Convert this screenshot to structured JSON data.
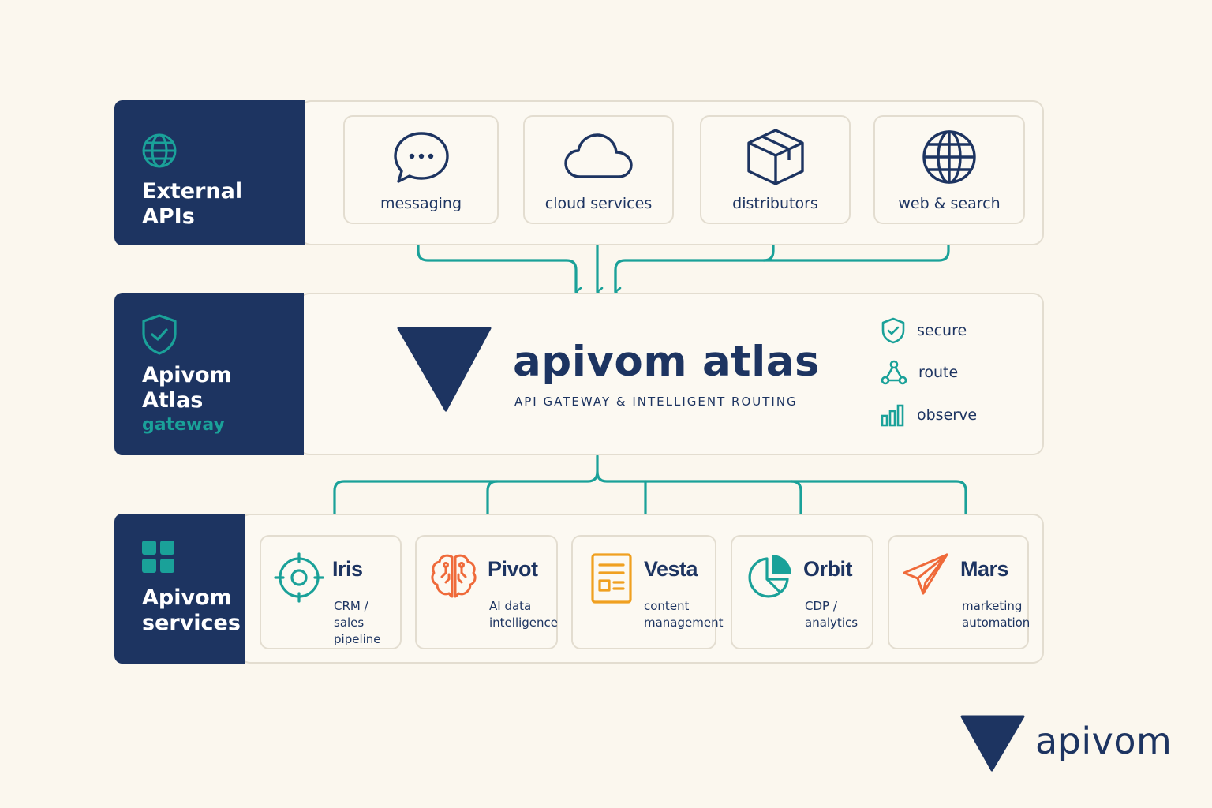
{
  "layers": {
    "external": {
      "title_line1": "External",
      "title_line2": "APIs"
    },
    "gateway": {
      "title_line1": "Apivom",
      "title_line2": "Atlas",
      "subtitle": "gateway"
    },
    "services": {
      "title_line1": "Apivom",
      "title_line2": "services"
    }
  },
  "external_apis": [
    {
      "label": "messaging",
      "icon": "chat-bubble-icon"
    },
    {
      "label": "cloud services",
      "icon": "cloud-icon"
    },
    {
      "label": "distributors",
      "icon": "package-box-icon"
    },
    {
      "label": "web & search",
      "icon": "globe-icon"
    }
  ],
  "gateway": {
    "product_name": "apivom atlas",
    "tagline": "API GATEWAY & INTELLIGENT ROUTING",
    "features": [
      {
        "label": "secure",
        "icon": "shield-check-icon"
      },
      {
        "label": "route",
        "icon": "route-nodes-icon"
      },
      {
        "label": "observe",
        "icon": "bar-chart-icon"
      }
    ]
  },
  "services": [
    {
      "name": "Iris",
      "desc_line1": "CRM / sales",
      "desc_line2": "pipeline",
      "icon": "target-icon",
      "color": "#1aa199"
    },
    {
      "name": "Pivot",
      "desc_line1": "AI data",
      "desc_line2": "intelligence",
      "icon": "brain-icon",
      "color": "#ef6a3a"
    },
    {
      "name": "Vesta",
      "desc_line1": "content",
      "desc_line2": "management",
      "icon": "document-icon",
      "color": "#f0a020"
    },
    {
      "name": "Orbit",
      "desc_line1": "CDP /",
      "desc_line2": "analytics",
      "icon": "pie-chart-icon",
      "color": "#1aa199"
    },
    {
      "name": "Mars",
      "desc_line1": "marketing",
      "desc_line2": "automation",
      "icon": "paper-plane-icon",
      "color": "#ef6a3a"
    }
  ],
  "brand": {
    "wordmark": "apivom"
  },
  "colors": {
    "navy": "#1d3461",
    "teal": "#1aa199",
    "background": "#fbf7ee"
  }
}
